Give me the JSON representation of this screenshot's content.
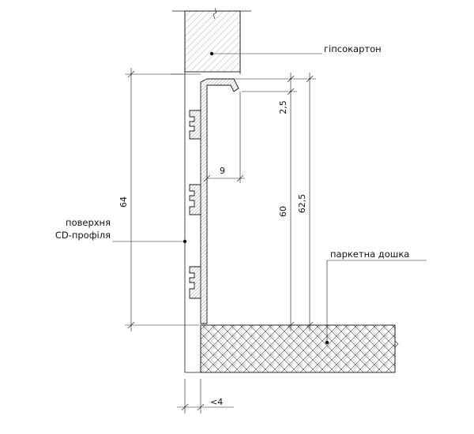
{
  "labels": {
    "gypsum": "гіпсокартон",
    "profile_line1": "поверхня",
    "profile_line2": "CD-профіля",
    "parquet": "паркетна дошка"
  },
  "dimensions": {
    "overall_height": "64",
    "top_gap": "2,5",
    "inner_height": "60",
    "outer_height": "62,5",
    "depth": "9",
    "gap_bottom": "<4"
  }
}
